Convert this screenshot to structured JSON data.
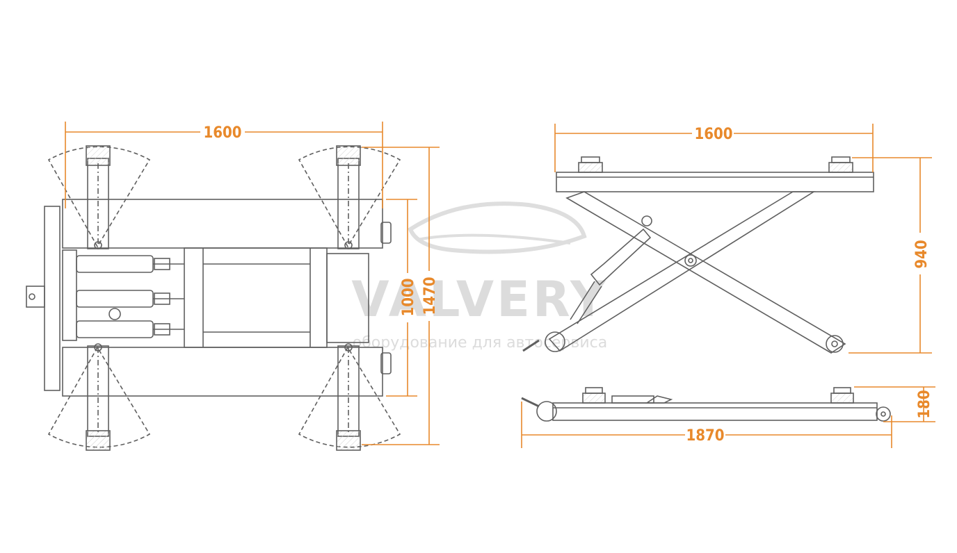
{
  "colors": {
    "dimension": "#e8892b",
    "line": "#5f5f5f",
    "hatch": "#bdbdbd",
    "watermark": "#d9d9d9",
    "background": "#ffffff"
  },
  "watermark": {
    "brand": "VALVERY",
    "tagline": "оборудование для автосервиса"
  },
  "dimensions": {
    "top_width": "1600",
    "top_inner_depth": "1000",
    "top_outer_depth": "1470",
    "side_width": "1600",
    "side_height": "940",
    "low_length": "1870",
    "low_height": "180"
  }
}
